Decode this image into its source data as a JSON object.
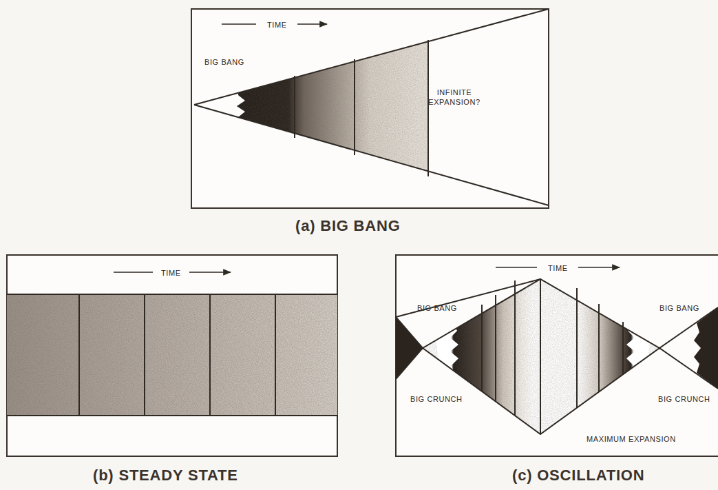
{
  "diagram": {
    "labels": [
      "TIME",
      "BIG BANG",
      "INFINITE EXPANSION?",
      "(a) BIG BANG",
      "TIME",
      "(b) STEADY STATE",
      "TIME",
      "BIG BANG",
      "BIG BANG",
      "BIG CRUNCH",
      "BIG CRUNCH",
      "MAXIMUM EXPANSION",
      "(c) OSCILLATION"
    ]
  }
}
